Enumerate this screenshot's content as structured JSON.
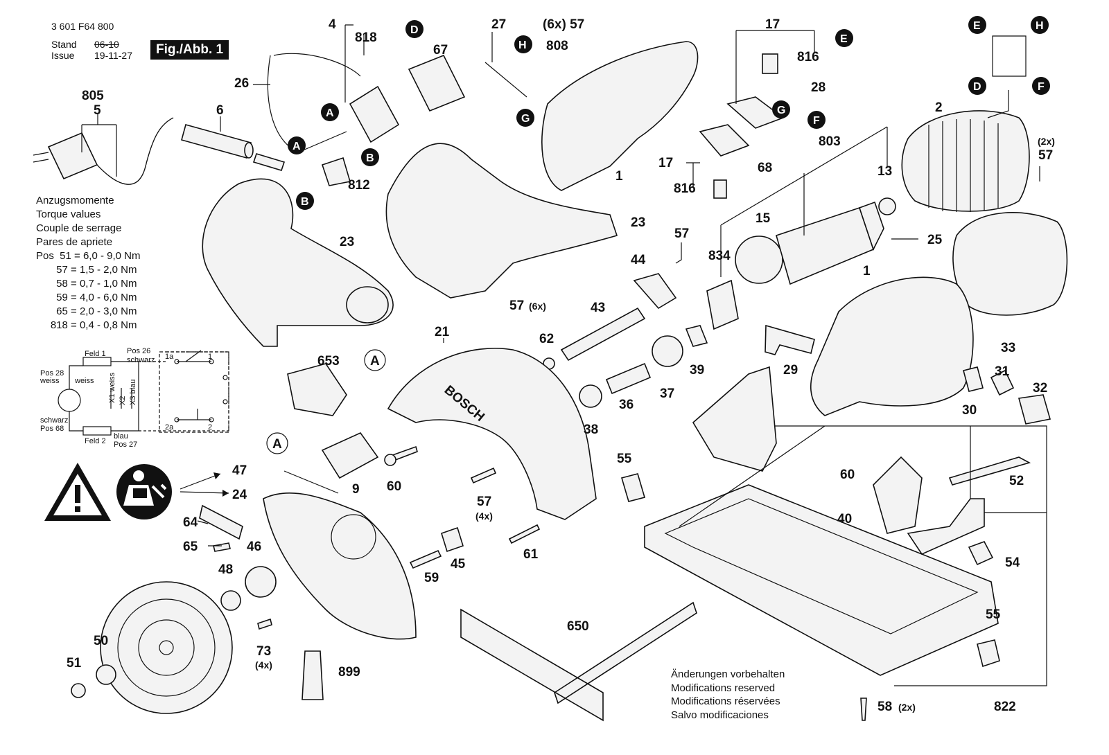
{
  "header": {
    "doc_number": "3 601 F64 800",
    "stand_label": "Stand",
    "issue_label": "Issue",
    "stand_date": "06-10",
    "issue_date": "19-11-27",
    "figure_label": "Fig./Abb. 1"
  },
  "torque": {
    "title_lines": [
      "Anzugsmomente",
      "Torque values",
      "Couple de serrage",
      "Pares de apriete"
    ],
    "rows": [
      "Pos  51 = 6,0 - 9,0 Nm",
      "       57 = 1,5 - 2,0 Nm",
      "       58 = 0,7 - 1,0 Nm",
      "       59 = 4,0 - 6,0 Nm",
      "       65 = 2,0 - 3,0 Nm",
      "     818 = 0,4 - 0,8 Nm"
    ]
  },
  "wiring": {
    "feld1": "Feld 1",
    "feld2": "Feld 2",
    "pos26": "Pos 26",
    "schwarz_top": "schwarz",
    "pos28": "Pos 28",
    "weiss_left": "weiss",
    "weiss_inner": "weiss",
    "weiss_x1": "weiss",
    "blau_x3": "blau",
    "x1": "X1",
    "x2": "X2",
    "x3": "X3",
    "schwarz_bottom": "schwarz",
    "pos68": "Pos 68",
    "blau_bottom": "blau",
    "pos27": "Pos 27",
    "t1a": "1a",
    "t1": "1",
    "t2a": "2a",
    "t2": "2"
  },
  "notes": [
    "Änderungen vorbehalten",
    "Modifications reserved",
    "Modifications réservées",
    "Salvo modificaciones"
  ],
  "connectors": [
    "A",
    "B",
    "D",
    "E",
    "F",
    "G",
    "H"
  ],
  "labels": {
    "p805": "805",
    "p5": "5",
    "p6": "6",
    "p26": "26",
    "p4": "4",
    "p818": "818",
    "p67": "67",
    "p27": "27",
    "p6x57": "(6x) 57",
    "p808": "808",
    "p17a": "17",
    "p816a": "816",
    "p28": "28",
    "p812": "812",
    "p23a": "23",
    "p23b": "23",
    "p1a": "1",
    "p17b": "17",
    "p816b": "816",
    "p68": "68",
    "p803": "803",
    "p13": "13",
    "p2": "2",
    "p2x": "(2x)",
    "p57a": "57",
    "p15": "15",
    "p25": "25",
    "p57b": "57",
    "p834": "834",
    "p44": "44",
    "p57c": "57",
    "p6x": "(6x)",
    "p43": "43",
    "p1b": "1",
    "p33": "33",
    "p21": "21",
    "p653": "653",
    "p62": "62",
    "p39": "39",
    "p29": "29",
    "p37": "37",
    "p31": "31",
    "p32": "32",
    "p36": "36",
    "p30": "30",
    "p38": "38",
    "p9": "9",
    "p60a": "60",
    "p55a": "55",
    "p60b": "60",
    "p52": "52",
    "p47": "47",
    "p24": "24",
    "p57d": "57",
    "p4x": "(4x)",
    "p40": "40",
    "p64": "64",
    "p65": "65",
    "p46": "46",
    "p61": "61",
    "p54": "54",
    "p48": "48",
    "p59": "59",
    "p45": "45",
    "p55b": "55",
    "p650": "650",
    "p50": "50",
    "p73": "73",
    "p4xb": "(4x)",
    "p899": "899",
    "p51": "51",
    "p58": "58",
    "p2xb": "(2x)",
    "p822": "822"
  },
  "decor": {
    "blade_brand": "BOSCH",
    "warning_icon": "warning-triangle-icon",
    "manual_icon": "read-manual-icon",
    "plug_icon": "power-plug-icon",
    "line_color": "#111111",
    "fill_color": "#f3f3f3"
  }
}
